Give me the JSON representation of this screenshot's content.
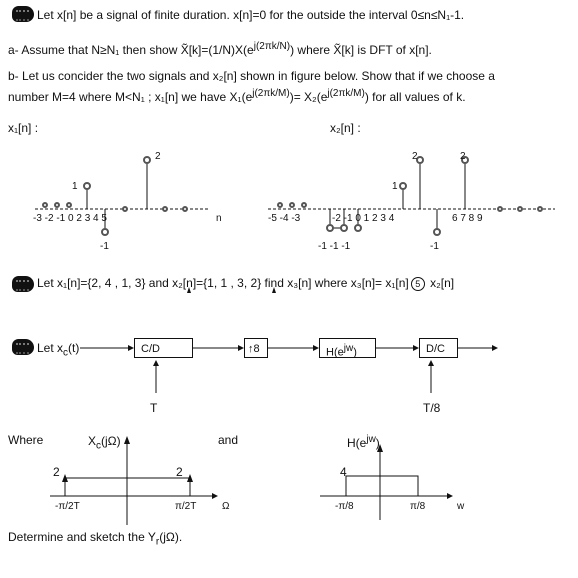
{
  "problem1": {
    "intro": "Let x[n] be a signal of finite duration. x[n]=0 for the outside the interval 0≤n≤N₁-1.",
    "part_a": "a- Assume that N≥N₁ then show X̃[k]=(1/N)X(e",
    "part_a_exp": "j(2πk/N)",
    "part_a_tail": ") where X̃[k] is DFT of x[n].",
    "part_b_line1": "b- Let us concider the two signals and x₂[n]  shown in figure below. Show that if we choose a",
    "part_b_line2": "number M=4 where M<N₁ ; x₁[n] we have X₁(e",
    "part_b_exp1": "j(2πk/M)",
    "part_b_mid": ")= X₂(e",
    "part_b_exp2": "j(2πk/M)",
    "part_b_tail": ") for all values of k.",
    "x1_label": "x₁[n] :",
    "x2_label": "x₂[n] :",
    "x1_ticks": "-3 -2 -1  0      2   3   4   5",
    "x1_n": "n",
    "x1_neg": "-1",
    "x1_one": "1",
    "x1_two": "2",
    "x2_ticks_left": "-5  -4  -3",
    "x2_ticks_mid": "-2  -1 0   1   2  3  4",
    "x2_ticks_right": "6     7  8   9",
    "x2_negs": "-1   -1  -1",
    "x2_neg_right": "-1",
    "x2_one": "1",
    "x2_two_a": "2",
    "x2_two_b": "2"
  },
  "problem2": {
    "text": "Let x₁[n]={2, 4 , 1, 3} and x₂[n]={1, 1 , 3, 2} find x₃[n] where x₃[n]= x₁[n]",
    "circ": "5",
    "tail": " x₂[n]"
  },
  "problem3": {
    "input_label": "Let  x",
    "input_sub": "c",
    "input_tail": "(t)",
    "block1": "C/D",
    "block2": "↑8",
    "block3": "H(e",
    "block3_exp": "jw",
    "block3_tail": ")",
    "block4": "D/C",
    "T1": "T",
    "T2": "T/8",
    "where": "Where",
    "and": "and",
    "Xc_label": "X",
    "Xc_sub": "c",
    "Xc_arg": "(jΩ)",
    "Xc_height_left": "2",
    "Xc_height_right": "2",
    "Xc_tick_left": "-π/2T",
    "Xc_tick_right": "π/2T",
    "Xc_axis": "Ω",
    "H_label": "H(e",
    "H_exp": "jw",
    "H_tail": ")",
    "H_height": "4",
    "H_tick_left": "-π/8",
    "H_tick_right": "π/8",
    "H_axis": "w",
    "final": "Determine and sketch the Y",
    "final_sub": "r",
    "final_tail": "(jΩ)."
  }
}
